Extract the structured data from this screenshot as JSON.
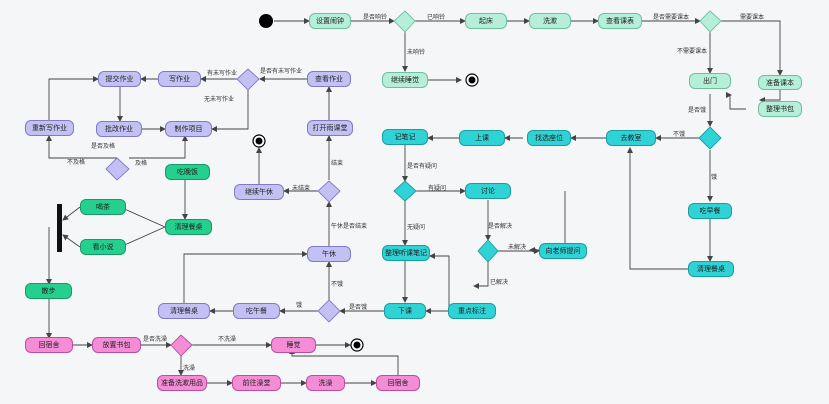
{
  "colors": {
    "mint": "#b6efd9",
    "cyan": "#2fd3d6",
    "purple": "#c3c1f3",
    "green": "#25d08f",
    "pink": "#f48cd6",
    "line": "#444444"
  },
  "nodes": {
    "n1": "设置闹钟",
    "n2": "起床",
    "n3": "洗漱",
    "n4": "查看课表",
    "n5": "继续睡觉",
    "n6": "准备课本",
    "n7": "出门",
    "n8": "整理书包",
    "n9": "去教室",
    "n10": "吃早餐",
    "n11": "清理餐桌",
    "n12": "找选座位",
    "n13": "上课",
    "n14": "记笔记",
    "n15": "讨论",
    "n16": "向老师提问",
    "n17": "整理听课笔记",
    "n18": "下课",
    "n19": "重点标注",
    "n20": "午休",
    "n21": "打开雨课堂",
    "n22": "查看作业",
    "n23": "继续午休",
    "n24": "吃午餐",
    "n25": "清理餐桌",
    "n26": "写作业",
    "n27": "提交作业",
    "n28": "批改作业",
    "n29": "重新写作业",
    "n30": "制作项目",
    "n31": "吃晚饭",
    "n32": "清理餐桌",
    "n33": "喝茶",
    "n34": "看小说",
    "n35": "散步",
    "n36": "回宿舍",
    "n37": "放置书包",
    "n38": "睡觉",
    "n39": "准备洗漱用品",
    "n40": "前往澡堂",
    "n41": "洗澡",
    "n42": "回宿舍"
  },
  "edge_labels": {
    "e1": "是否响铃",
    "e2": "已响铃",
    "e3": "未响铃",
    "e4": "是否需要课本",
    "e5": "需要课本",
    "e6": "不需要课本",
    "e7": "是否饿",
    "e8": "饿",
    "e9": "不饿",
    "e10": "是否有疑问",
    "e11": "有疑问",
    "e12": "无疑问",
    "e13": "是否解决",
    "e14": "未解决",
    "e15": "已解决",
    "e16": "是否饿",
    "e17": "饿",
    "e18": "不饿",
    "e19": "午休是否结束",
    "e20": "结束",
    "e21": "未结束",
    "e22": "是否有未写作业",
    "e23": "有未写作业",
    "e24": "无未写作业",
    "e25": "是否及格",
    "e26": "不及格",
    "e27": "及格",
    "e28": "是否洗澡",
    "e29": "不洗澡",
    "e30": "洗澡"
  }
}
